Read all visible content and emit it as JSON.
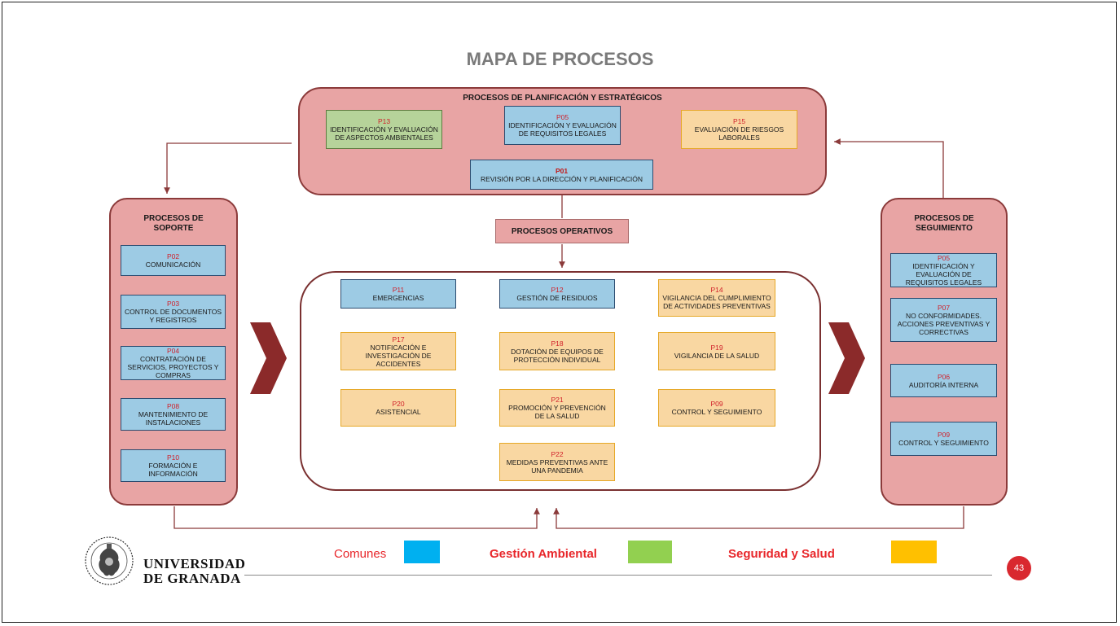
{
  "title": "MAPA DE PROCESOS",
  "strategic": {
    "header": "PROCESOS DE PLANIFICACIÓN Y ESTRATÉGICOS",
    "p13": {
      "code": "P13",
      "name": "IDENTIFICACIÓN Y EVALUACIÓN DE ASPECTOS AMBIENTALES"
    },
    "p05": {
      "code": "P05",
      "name": "IDENTIFICACIÓN Y EVALUACIÓN DE REQUISITOS LEGALES"
    },
    "p15": {
      "code": "P15",
      "name": "EVALUACIÓN DE RIESGOS LABORALES"
    },
    "p01": {
      "code": "P01",
      "name": "REVISIÓN POR LA DIRECCIÓN Y PLANIFICACIÓN"
    }
  },
  "support": {
    "header": "PROCESOS DE SOPORTE",
    "items": [
      {
        "code": "P02",
        "name": "COMUNICACIÓN"
      },
      {
        "code": "P03",
        "name": "CONTROL DE DOCUMENTOS Y REGISTROS"
      },
      {
        "code": "P04",
        "name": "CONTRATACIÓN DE SERVICIOS, PROYECTOS Y COMPRAS"
      },
      {
        "code": "P08",
        "name": "MANTENIMIENTO DE INSTALACIONES"
      },
      {
        "code": "P10",
        "name": "FORMACIÓN E INFORMACIÓN"
      }
    ]
  },
  "operational": {
    "header": "PROCESOS OPERATIVOS",
    "items": [
      {
        "code": "P11",
        "name": "EMERGENCIAS"
      },
      {
        "code": "P12",
        "name": "GESTIÓN DE RESIDUOS"
      },
      {
        "code": "P14",
        "name": "VIGILANCIA DEL CUMPLIMIENTO DE ACTIVIDADES PREVENTIVAS"
      },
      {
        "code": "P17",
        "name": "NOTIFICACIÓN E INVESTIGACIÓN DE ACCIDENTES"
      },
      {
        "code": "P18",
        "name": "DOTACIÓN DE EQUIPOS DE PROTECCIÓN INDIVIDUAL"
      },
      {
        "code": "P19",
        "name": "VIGILANCIA DE LA SALUD"
      },
      {
        "code": "P20",
        "name": "ASISTENCIAL"
      },
      {
        "code": "P21",
        "name": "PROMOCIÓN Y PREVENCIÓN DE LA SALUD"
      },
      {
        "code": "P09",
        "name": "CONTROL Y SEGUIMIENTO"
      },
      {
        "code": "P22",
        "name": "MEDIDAS PREVENTIVAS ANTE UNA PANDEMIA"
      }
    ]
  },
  "monitoring": {
    "header": "PROCESOS DE SEGUIMIENTO",
    "items": [
      {
        "code": "P05",
        "name": "IDENTIFICACIÓN Y EVALUACIÓN DE REQUISITOS LEGALES"
      },
      {
        "code": "P07",
        "name": "NO CONFORMIDADES. ACCIONES PREVENTIVAS Y CORRECTIVAS"
      },
      {
        "code": "P06",
        "name": "AUDITORÍA INTERNA"
      },
      {
        "code": "P09",
        "name": "CONTROL Y SEGUIMIENTO"
      }
    ]
  },
  "legend": {
    "comunes": {
      "label": "Comunes",
      "color": "#00b0f0"
    },
    "ambiental": {
      "label": "Gestión Ambiental",
      "color": "#92d050"
    },
    "seguridad": {
      "label": "Seguridad y Salud",
      "color": "#ffc000"
    }
  },
  "colors": {
    "blue_box": "#9dcbe4",
    "green_box": "#b6d39a",
    "orange_box": "#f9d7a2",
    "panel": "#e8a4a4",
    "chevron": "#8b2a2a",
    "code_red": "#d0202a"
  },
  "footer": {
    "university_line1": "UNIVERSIDAD",
    "university_line2": "DE GRANADA",
    "page_number": "43"
  }
}
